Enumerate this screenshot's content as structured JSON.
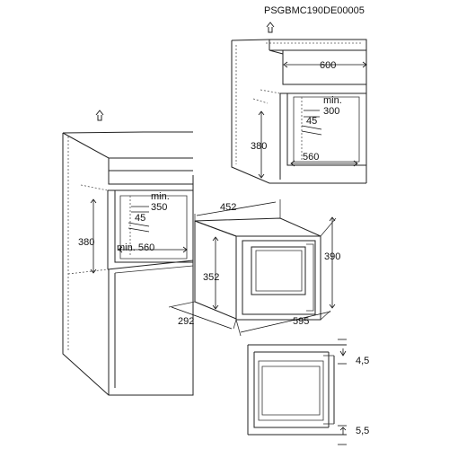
{
  "diagram_code": "PSGBMC190DE00005",
  "dimensions": {
    "top_cabinet_width": "600",
    "top_min_label": "min.",
    "top_min_value": "300",
    "top_gap": "45",
    "top_height": "380",
    "top_inner_width": "560",
    "tall_min_label": "min.",
    "tall_min_value": "350",
    "tall_gap": "45",
    "tall_height": "380",
    "tall_inner_width": "min. 560",
    "appliance_depth_top": "452",
    "appliance_height_outer": "390",
    "appliance_height_inner": "352",
    "appliance_depth_side": "292",
    "appliance_width": "595",
    "detail_top": "4,5",
    "detail_bottom": "5,5"
  },
  "icons": [
    "up-arrow-icon",
    "up-arrow-icon"
  ]
}
